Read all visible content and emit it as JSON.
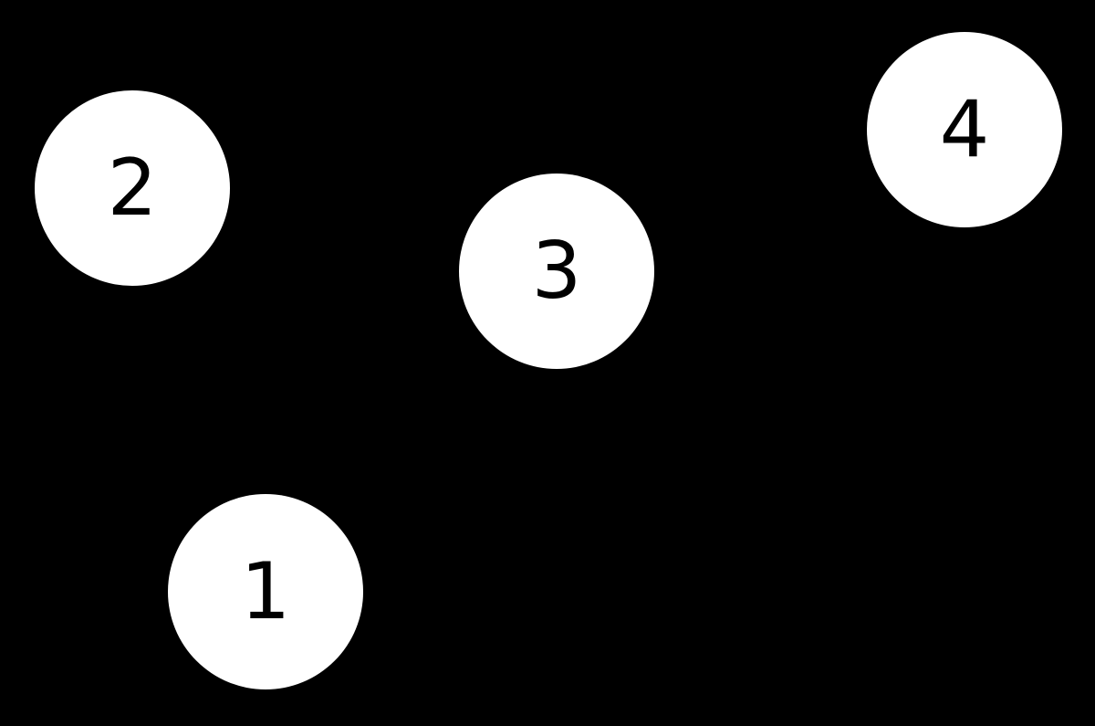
{
  "canvas": {
    "background_color": "#000000"
  },
  "graph": {
    "node_fill_color": "#ffffff",
    "node_label_color": "#000000",
    "nodes": [
      {
        "id": "1",
        "label": "1"
      },
      {
        "id": "2",
        "label": "2"
      },
      {
        "id": "3",
        "label": "3"
      },
      {
        "id": "4",
        "label": "4"
      }
    ]
  }
}
